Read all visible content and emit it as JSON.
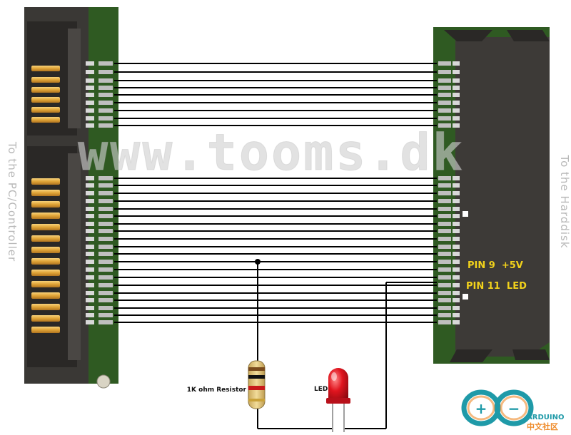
{
  "labels": {
    "left_side": "To the PC/Controller",
    "right_side": "To the Harddisk",
    "pin9": "PIN 9  +5V",
    "pin11": "PIN 11  LED",
    "resistor": "1K ohm Resistor",
    "led": "LED",
    "watermark": "www.tooms.dk",
    "logo_name": "ARDUINO",
    "logo_cn": "中文社区"
  },
  "colors": {
    "pcb_green": "#2f5a22",
    "connector_dark": "#3a3835",
    "gold": "#e0a437",
    "wire": "#000000",
    "led_red": "#e0141e",
    "pin_label": "#f2d21b",
    "side_label": "#b8b8b8",
    "logo_teal": "#1f9aa8",
    "logo_orange": "#ef8b2a"
  },
  "icons": {
    "left": "sata-connector-icon",
    "right": "sata-connector-icon",
    "resistor": "resistor-icon",
    "led": "led-icon",
    "logo": "arduino-logo-icon"
  }
}
